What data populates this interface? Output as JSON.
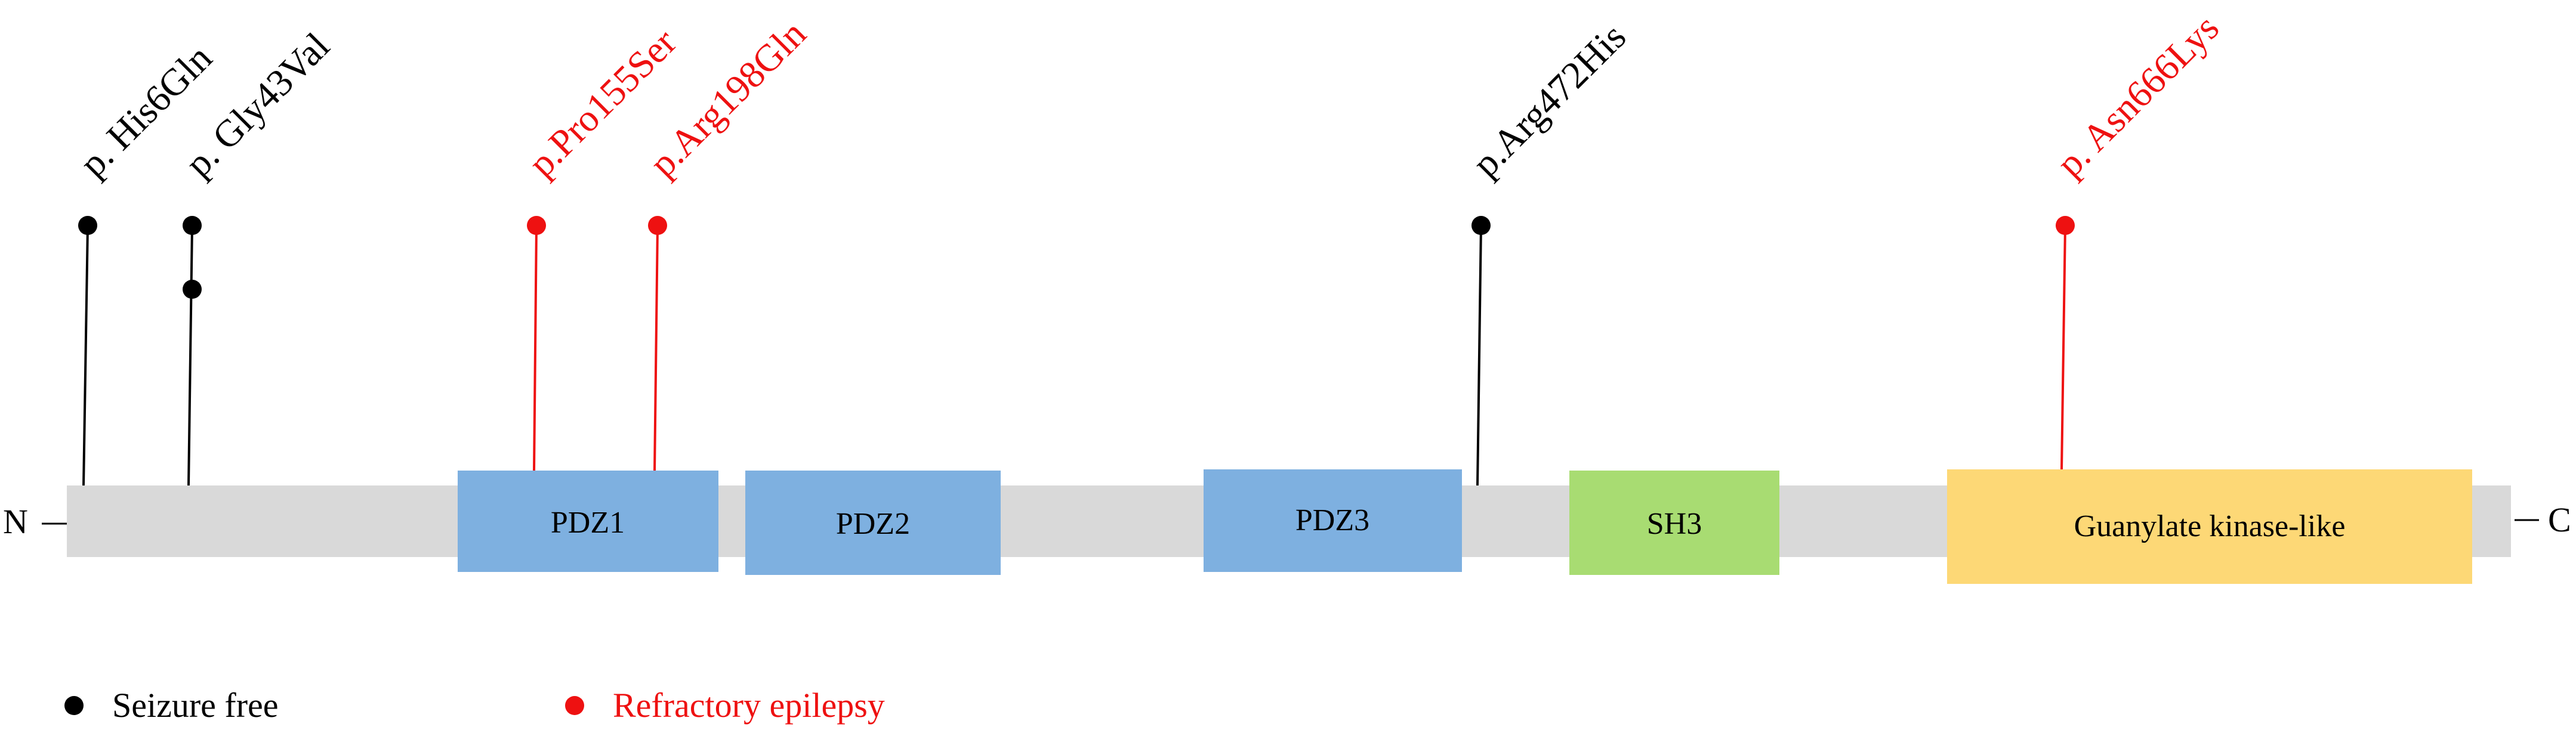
{
  "protein": {
    "n_terminus_label": "N",
    "c_terminus_label": "C",
    "backbone_color": "#d9d9d9",
    "domains": [
      {
        "label": "PDZ1",
        "color": "#7eb0e0"
      },
      {
        "label": "PDZ2",
        "color": "#7eb0e0"
      },
      {
        "label": "PDZ3",
        "color": "#7eb0e0"
      },
      {
        "label": "SH3",
        "color": "#a8dc72"
      },
      {
        "label": "Guanylate kinase-like",
        "color": "#fdd876"
      }
    ]
  },
  "variants": [
    {
      "label": "p. His6Gln",
      "group": "seizure_free",
      "count": 1
    },
    {
      "label": "p. Gly43Val",
      "group": "seizure_free",
      "count": 2
    },
    {
      "label": "p.Pro155Ser",
      "group": "refractory",
      "count": 1
    },
    {
      "label": "p.Arg198Gln",
      "group": "refractory",
      "count": 1
    },
    {
      "label": "p.Arg472His",
      "group": "seizure_free",
      "count": 1
    },
    {
      "label": "p. Asn666Lys",
      "group": "refractory",
      "count": 1
    }
  ],
  "legend": {
    "seizure_free": {
      "label": "Seizure free",
      "color": "#000000"
    },
    "refractory": {
      "label": "Refractory epilepsy",
      "color": "#ee1111"
    }
  }
}
